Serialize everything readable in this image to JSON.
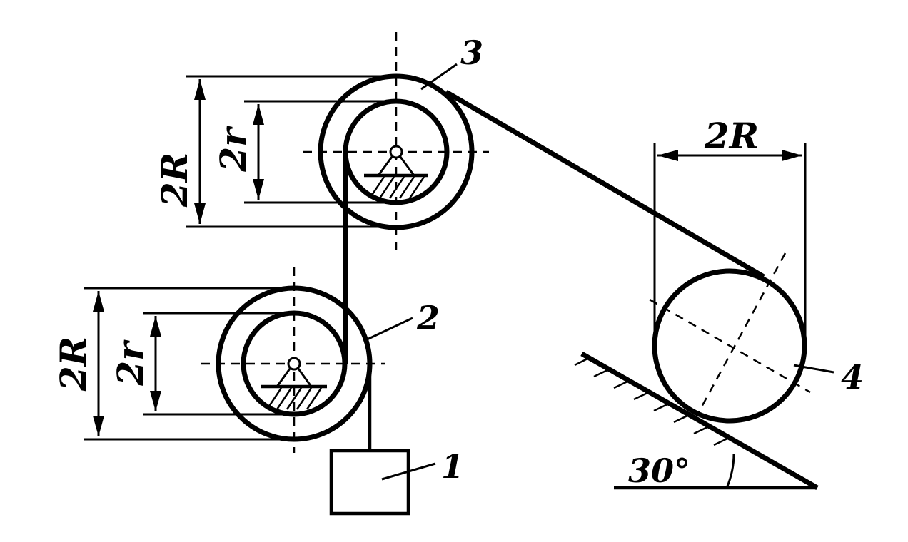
{
  "diagram": {
    "labels": {
      "body_1": "1",
      "body_2": "2",
      "body_3": "3",
      "body_4": "4",
      "pulley3_outer_dim": "2R",
      "pulley3_inner_dim": "2r",
      "pulley2_outer_dim": "2R",
      "pulley2_inner_dim": "2r",
      "roller4_dim": "2R",
      "incline_angle": "30°"
    }
  }
}
